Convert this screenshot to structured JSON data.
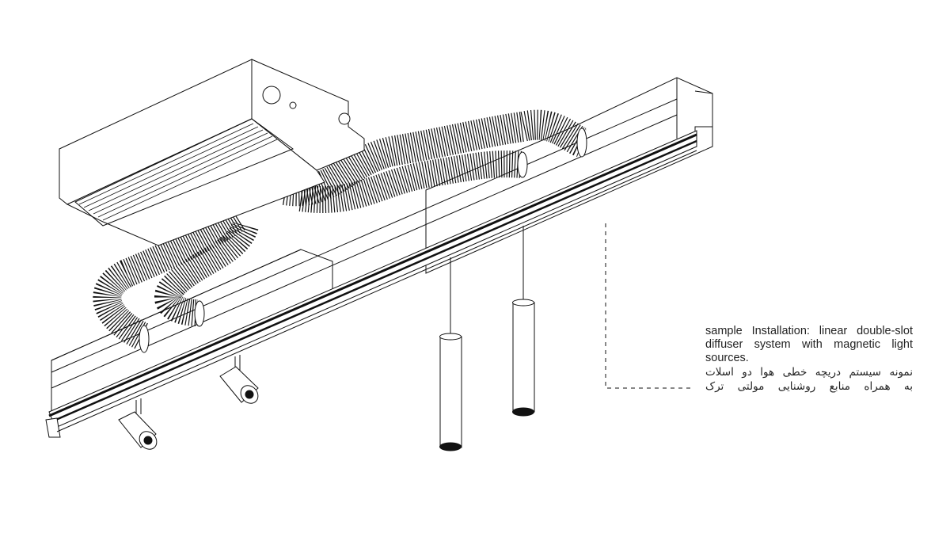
{
  "caption": {
    "english": "sample Installation: linear double-slot diffuser system with magnetic light sources.",
    "persian_line1": "نمونه سیستم دریچه خطی هوا دو اسلات",
    "persian_line2": "به همراه منابع روشنایی مولتی ترک"
  },
  "colors": {
    "line": "#111111",
    "background": "#ffffff",
    "text": "#222222"
  }
}
